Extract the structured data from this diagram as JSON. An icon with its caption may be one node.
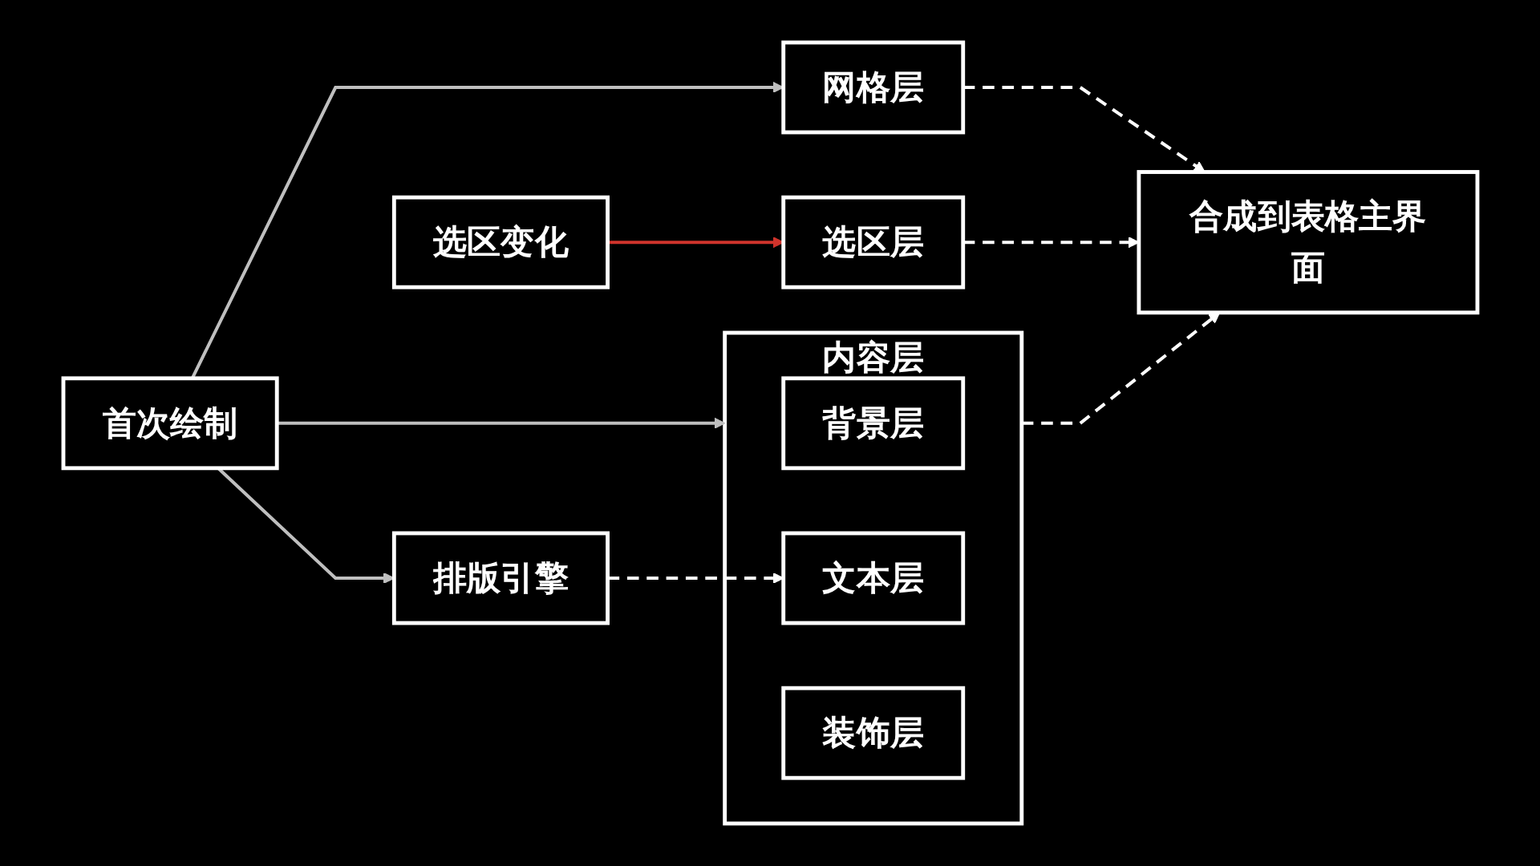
{
  "diagram": {
    "nodes": [
      {
        "text": [
          "首次绘制"
        ]
      },
      {
        "text": [
          "选区变化"
        ]
      },
      {
        "text": [
          "排版引擎"
        ]
      },
      {
        "text": [
          "网格层"
        ]
      },
      {
        "text": [
          "内容层"
        ]
      },
      {
        "text": [
          "背景层"
        ],
        "in": 4
      },
      {
        "text": [
          "文本层"
        ],
        "in": 4
      },
      {
        "text": [
          "装饰层"
        ],
        "in": 4
      },
      {
        "text": [
          "选区层"
        ]
      },
      {
        "text": [
          "合成到表格主界面"
        ]
      }
    ],
    "edges": [
      {
        "from": 0,
        "to": 3,
        "arrow": "to",
        "color": "#bfbfbf"
      },
      {
        "from": 0,
        "to": 2,
        "arrow": "to",
        "color": "#bfbfbf"
      },
      {
        "from": 0,
        "to": 4,
        "arrow": "to",
        "color": "#bfbfbf"
      },
      {
        "from": 1,
        "to": 8,
        "arrow": "to",
        "color": "#d0342c"
      },
      {
        "from": 2,
        "to": 6,
        "arrow": "to",
        "style": "dashed"
      },
      {
        "from": 3,
        "to": 9,
        "arrow": "to",
        "style": "dashed"
      },
      {
        "from": 4,
        "to": 9,
        "arrow": "to",
        "style": "dashed"
      },
      {
        "from": 8,
        "to": 9,
        "arrow": "to",
        "style": "dashed"
      }
    ]
  }
}
